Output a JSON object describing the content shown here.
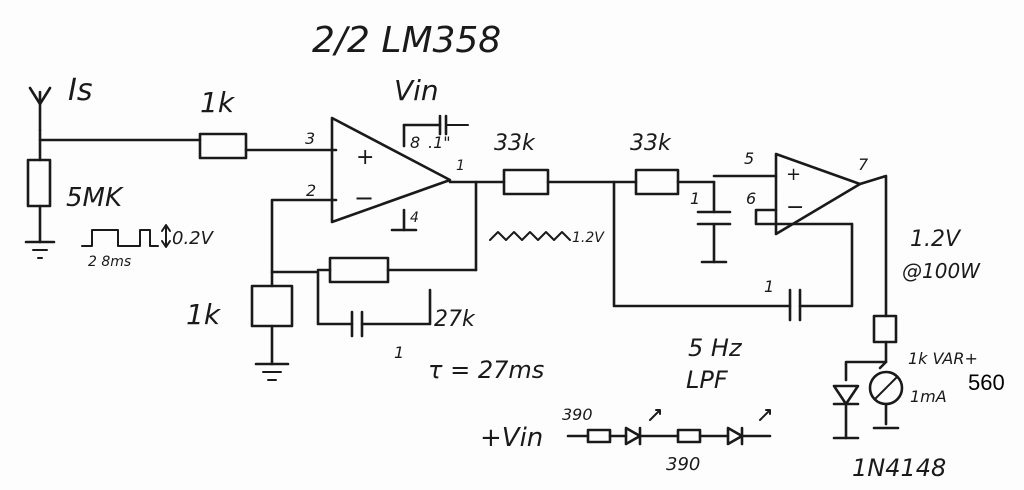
{
  "title": "2/2 LM358",
  "labels": {
    "is": "Is",
    "r_in": "1k",
    "r_src": "5MK",
    "pulse": "0.2V",
    "pulse_timing": "2 8ms",
    "vin": "Vin",
    "pin8": "8",
    "cap_vin": ".1\"",
    "pin3": "3",
    "pin2": "2",
    "pin1": "1",
    "pin4": "4",
    "r_gnd": "1k",
    "r_fb": "27k",
    "cap_fb": "1",
    "tau": "τ = 27ms",
    "r_lpf1": "33k",
    "r_lpf2": "33k",
    "ramp": "1.2V",
    "cap_lpf": "1",
    "cap_fb2": "1",
    "pin5": "5",
    "pin6": "6",
    "pin7": "7",
    "out_v": "1.2V",
    "out_rate": "@100W",
    "lpf1": "5 Hz",
    "lpf2": "LPF",
    "meter1": "1k VAR+",
    "meter2": "1mA",
    "meter_r": "560",
    "vin_plus": "+Vin",
    "r390a": "390",
    "r390b": "390",
    "diode": "1N4148",
    "plus1": "+",
    "minus1": "−",
    "plus2": "+",
    "minus2": "−"
  },
  "colors": {
    "ink": "#1a1a1a",
    "paper": "#fdfdfd"
  }
}
